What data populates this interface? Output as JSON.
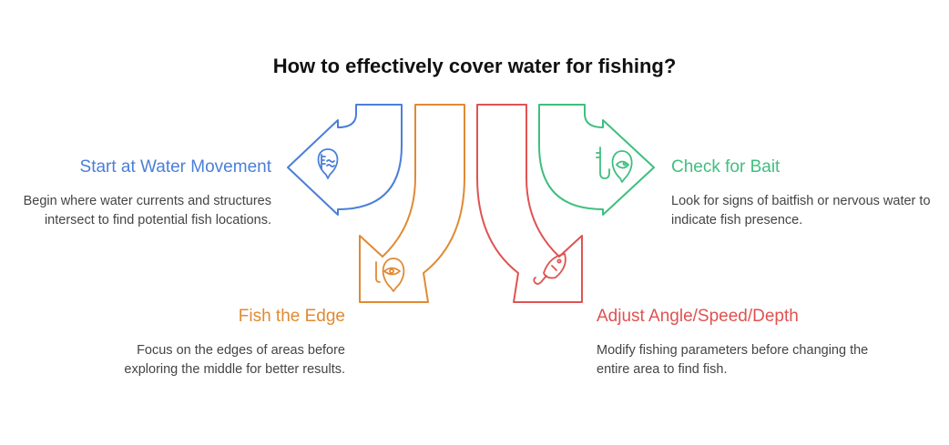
{
  "title": "How to effectively cover water for fishing?",
  "colors": {
    "blue": "#4a7fd9",
    "orange": "#e08a33",
    "red": "#e05252",
    "green": "#3fbf7f"
  },
  "steps": [
    {
      "title": "Start at Water Movement",
      "description": "Begin where water currents and structures intersect to find potential fish locations.",
      "color": "#4a7fd9",
      "icon": "water-gauge-icon"
    },
    {
      "title": "Fish the Edge",
      "description": "Focus on the edges of areas before exploring the middle for better results.",
      "color": "#e08a33",
      "icon": "fish-eye-icon"
    },
    {
      "title": "Adjust Angle/Speed/Depth",
      "description": "Modify fishing parameters before changing the entire area to find fish.",
      "color": "#e05252",
      "icon": "fish-hook-icon"
    },
    {
      "title": "Check for Bait",
      "description": "Look for signs of baitfish or nervous water to indicate fish presence.",
      "color": "#3fbf7f",
      "icon": "bait-fish-icon"
    }
  ]
}
